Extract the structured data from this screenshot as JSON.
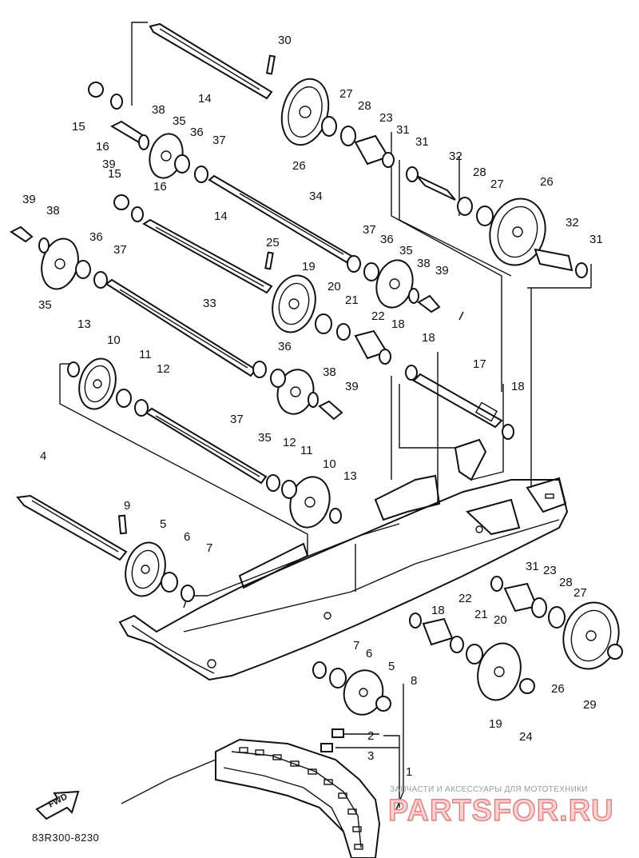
{
  "diagram": {
    "parts": [
      {
        "id": "n30",
        "number": "30"
      },
      {
        "id": "n14a",
        "number": "14"
      },
      {
        "id": "n15a",
        "number": "15"
      },
      {
        "id": "n16a",
        "number": "16"
      },
      {
        "id": "n39a",
        "number": "39"
      },
      {
        "id": "n38a",
        "number": "38"
      },
      {
        "id": "n35a",
        "number": "35"
      },
      {
        "id": "n36a",
        "number": "36"
      },
      {
        "id": "n37a",
        "number": "37"
      },
      {
        "id": "n26a",
        "number": "26"
      },
      {
        "id": "n27a",
        "number": "27"
      },
      {
        "id": "n28a",
        "number": "28"
      },
      {
        "id": "n23a",
        "number": "23"
      },
      {
        "id": "n31a",
        "number": "31"
      },
      {
        "id": "n31b",
        "number": "31"
      },
      {
        "id": "n32a",
        "number": "32"
      },
      {
        "id": "n28b",
        "number": "28"
      },
      {
        "id": "n27b",
        "number": "27"
      },
      {
        "id": "n26b",
        "number": "26"
      },
      {
        "id": "n32b",
        "number": "32"
      },
      {
        "id": "n31c",
        "number": "31"
      },
      {
        "id": "n15b",
        "number": "15"
      },
      {
        "id": "n16b",
        "number": "16"
      },
      {
        "id": "n34",
        "number": "34"
      },
      {
        "id": "n39b",
        "number": "39"
      },
      {
        "id": "n38b",
        "number": "38"
      },
      {
        "id": "n14b",
        "number": "14"
      },
      {
        "id": "n36b",
        "number": "36"
      },
      {
        "id": "n37b",
        "number": "37"
      },
      {
        "id": "n35b",
        "number": "35"
      },
      {
        "id": "n25",
        "number": "25"
      },
      {
        "id": "n37c",
        "number": "37"
      },
      {
        "id": "n36c",
        "number": "36"
      },
      {
        "id": "n35c",
        "number": "35"
      },
      {
        "id": "n38c",
        "number": "38"
      },
      {
        "id": "n39c",
        "number": "39"
      },
      {
        "id": "n19a",
        "number": "19"
      },
      {
        "id": "n20a",
        "number": "20"
      },
      {
        "id": "n21a",
        "number": "21"
      },
      {
        "id": "n22a",
        "number": "22"
      },
      {
        "id": "n18a",
        "number": "18"
      },
      {
        "id": "n33",
        "number": "33"
      },
      {
        "id": "n13a",
        "number": "13"
      },
      {
        "id": "n10a",
        "number": "10"
      },
      {
        "id": "n11a",
        "number": "11"
      },
      {
        "id": "n12a",
        "number": "12"
      },
      {
        "id": "n36d",
        "number": "36"
      },
      {
        "id": "n18b",
        "number": "18"
      },
      {
        "id": "n17",
        "number": "17"
      },
      {
        "id": "n38d",
        "number": "38"
      },
      {
        "id": "n39d",
        "number": "39"
      },
      {
        "id": "n18c",
        "number": "18"
      },
      {
        "id": "n37d",
        "number": "37"
      },
      {
        "id": "n35d",
        "number": "35"
      },
      {
        "id": "n12b",
        "number": "12"
      },
      {
        "id": "n11b",
        "number": "11"
      },
      {
        "id": "n10b",
        "number": "10"
      },
      {
        "id": "n13b",
        "number": "13"
      },
      {
        "id": "n4",
        "number": "4"
      },
      {
        "id": "n9",
        "number": "9"
      },
      {
        "id": "n5a",
        "number": "5"
      },
      {
        "id": "n6a",
        "number": "6"
      },
      {
        "id": "n7a",
        "number": "7"
      },
      {
        "id": "n31d",
        "number": "31"
      },
      {
        "id": "n23b",
        "number": "23"
      },
      {
        "id": "n28c",
        "number": "28"
      },
      {
        "id": "n27c",
        "number": "27"
      },
      {
        "id": "n22b",
        "number": "22"
      },
      {
        "id": "n18d",
        "number": "18"
      },
      {
        "id": "n21b",
        "number": "21"
      },
      {
        "id": "n20b",
        "number": "20"
      },
      {
        "id": "n7b",
        "number": "7"
      },
      {
        "id": "n6b",
        "number": "6"
      },
      {
        "id": "n5b",
        "number": "5"
      },
      {
        "id": "n8",
        "number": "8"
      },
      {
        "id": "n26c",
        "number": "26"
      },
      {
        "id": "n19b",
        "number": "19"
      },
      {
        "id": "n24",
        "number": "24"
      },
      {
        "id": "n29",
        "number": "29"
      },
      {
        "id": "n2",
        "number": "2"
      },
      {
        "id": "n3",
        "number": "3"
      },
      {
        "id": "n1",
        "number": "1"
      }
    ],
    "fwd_label": "FWD",
    "diagram_code": "83R300-8230"
  },
  "watermark": {
    "tagline": "ЗАПЧАСТИ И АКСЕССУАРЫ ДЛЯ МОТОТЕХНИКИ",
    "brand": "PARTSFOR.RU"
  }
}
